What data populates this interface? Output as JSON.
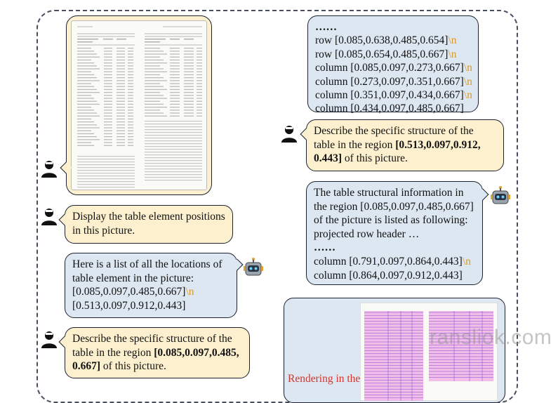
{
  "left_column": {
    "bubble1_lines": [
      "Display the table element positions",
      "in this picture."
    ],
    "bubble2_lines": [
      {
        "text": "Here is a list of all the locations of",
        "nl": ""
      },
      {
        "text": "table element in the picture:",
        "nl": ""
      },
      {
        "text": "[0.085,0.097,0.485,0.667]",
        "nl": "\\n"
      },
      {
        "text": "[0.513,0.097,0.912,0.443]",
        "nl": ""
      }
    ],
    "bubble3": {
      "l1": "Describe the specific structure of the",
      "l2_pre": "table in the region ",
      "l2_bold": "[0.085,0.097,0.485,",
      "l3_bold": "0.667]",
      "l3_post": " of this picture."
    }
  },
  "right_column": {
    "top_bubble_lines": [
      {
        "text": "……",
        "nl": ""
      },
      {
        "text": "row [0.085,0.638,0.485,0.654]",
        "nl": "\\n"
      },
      {
        "text": "row [0.085,0.654,0.485,0.667]",
        "nl": "\\n"
      },
      {
        "text": "column [0.085,0.097,0.273,0.667]",
        "nl": "\\n"
      },
      {
        "text": "column [0.273,0.097,0.351,0.667]",
        "nl": "\\n"
      },
      {
        "text": "column [0.351,0.097,0.434,0.667]",
        "nl": "\\n"
      },
      {
        "text": "column [0.434,0.097,0.485,0.667]",
        "nl": ""
      }
    ],
    "user_bubble": {
      "l1": "Describe the specific structure of the",
      "l2_pre": "table in the region ",
      "l2_bold": "[0.513,0.097,0.912,",
      "l3_bold": "0.443]",
      "l3_post": " of this picture."
    },
    "bot_bubble_lines": [
      {
        "text": "The table structural information in",
        "nl": ""
      },
      {
        "text": "the region [0.085,0.097,0.485,0.667]",
        "nl": ""
      },
      {
        "text": "of the picture is listed as following:",
        "nl": ""
      },
      {
        "text": "projected row header …",
        "nl": ""
      },
      {
        "text": "……",
        "nl": ""
      },
      {
        "text": "column [0.791,0.097,0.864,0.443]",
        "nl": "\\n"
      },
      {
        "text": "column [0.864,0.097,0.912,0.443]",
        "nl": ""
      }
    ],
    "render_label": "Rendering in the"
  },
  "watermark": "ransliok.com",
  "colors": {
    "user_bubble": "#fcf0cf",
    "bot_bubble": "#dde7f1",
    "newline_marker": "#d89a2c",
    "render_label": "#d0352e"
  },
  "icons": [
    "user-icon",
    "robot-icon"
  ]
}
